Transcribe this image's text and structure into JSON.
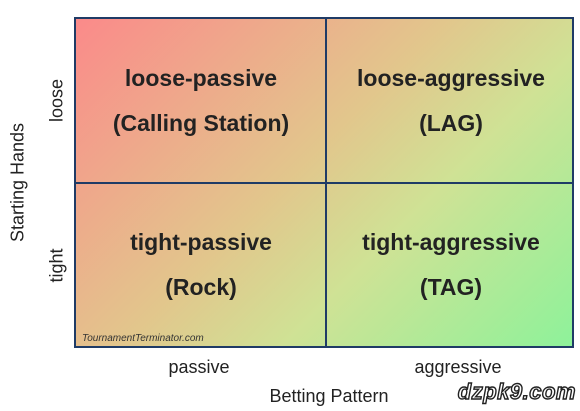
{
  "quadrants": {
    "top_left": {
      "line1": "loose-passive",
      "line2": "(Calling Station)"
    },
    "top_right": {
      "line1": "loose-aggressive",
      "line2": "(LAG)"
    },
    "bottom_left": {
      "line1": "tight-passive",
      "line2": "(Rock)"
    },
    "bottom_right": {
      "line1": "tight-aggressive",
      "line2": "(TAG)"
    }
  },
  "axes": {
    "x_label": "Betting Pattern",
    "x_ticks": [
      "passive",
      "aggressive"
    ],
    "y_label": "Starting Hands",
    "y_ticks": [
      "loose",
      "tight"
    ]
  },
  "credit": "TournamentTerminator.com",
  "logo": "dzpk9.com",
  "colors": {
    "border": "#1f3b66",
    "top_left_fill": "#fb8a8a",
    "bottom_right_fill": "#8ef29a"
  }
}
